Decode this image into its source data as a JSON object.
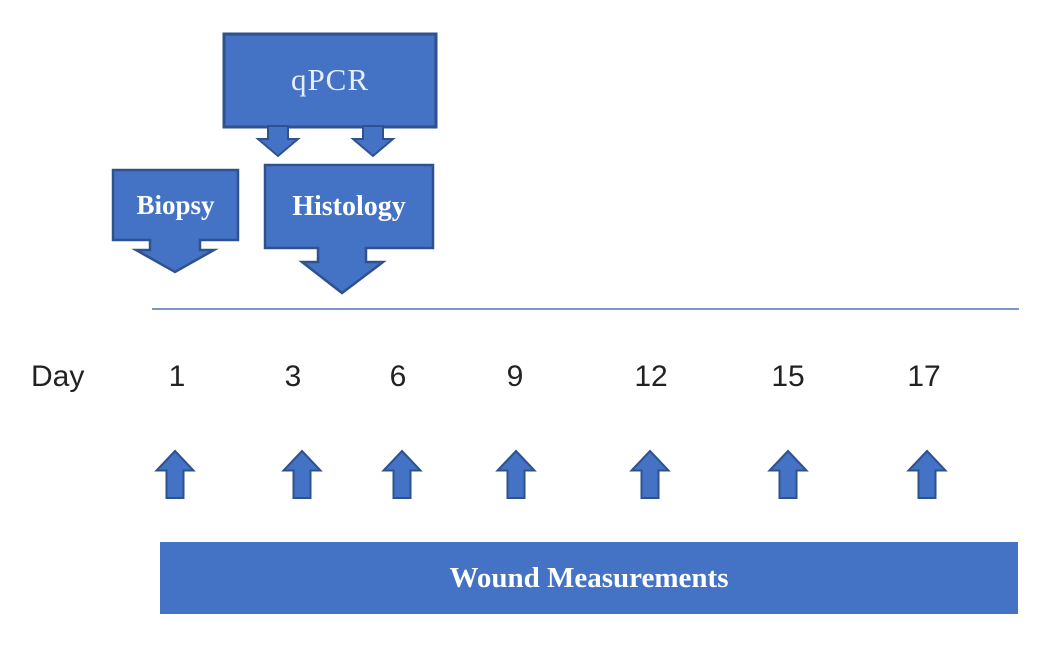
{
  "diagram": {
    "boxes": {
      "qpcr": {
        "label": "qPCR"
      },
      "biopsy": {
        "label": "Biopsy"
      },
      "histology": {
        "label": "Histology"
      },
      "wound": {
        "label": "Wound Measurements"
      }
    },
    "timeline": {
      "axis_label": "Day",
      "days": [
        "1",
        "3",
        "6",
        "9",
        "12",
        "15",
        "17"
      ]
    },
    "colors": {
      "shape_fill": "#4472C4",
      "shape_border": "#2F528F",
      "timeline_line": "#8193CB",
      "box_text": "#FFFFFF",
      "qpcr_text": "#E8EEF9",
      "day_text": "#222222"
    }
  }
}
